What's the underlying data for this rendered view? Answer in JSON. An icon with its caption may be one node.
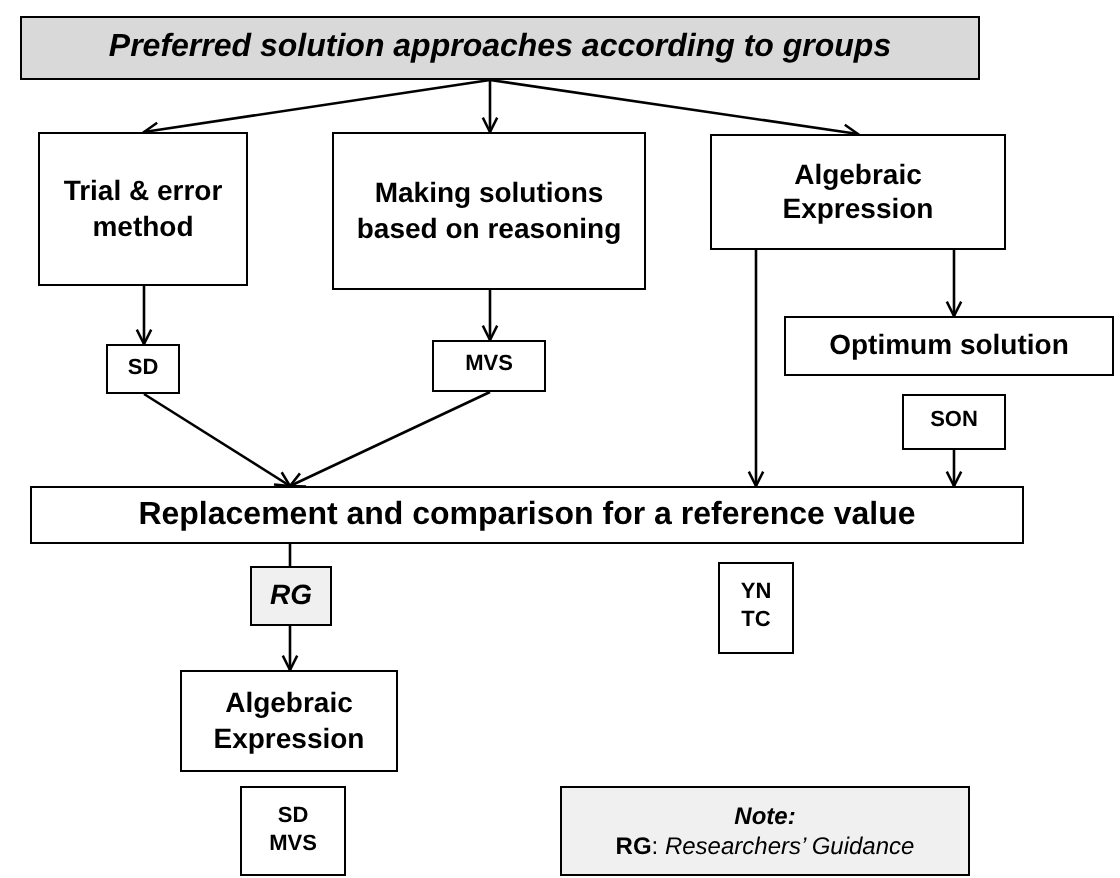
{
  "diagram": {
    "nodes": [
      {
        "text": [
          "Preferred solution approaches according to groups"
        ]
      },
      {
        "text": [
          "Trial & error method"
        ]
      },
      {
        "text": [
          "Making solutions based on reasoning"
        ]
      },
      {
        "text": [
          "Algebraic Expression"
        ]
      },
      {
        "text": [
          "SD"
        ]
      },
      {
        "text": [
          "MVS"
        ]
      },
      {
        "text": [
          "Optimum solution"
        ]
      },
      {
        "text": [
          "SON"
        ]
      },
      {
        "text": [
          "Replacement and comparison for a reference value"
        ]
      },
      {
        "text": [
          "RG"
        ]
      },
      {
        "text": [
          "Algebraic Expression"
        ]
      },
      {
        "text": [
          "SD",
          "MVS"
        ]
      },
      {
        "text": [
          "YN",
          "TC"
        ]
      },
      {
        "text": [
          "Note:",
          "**RG**: *Researchers’ Guidance*"
        ]
      }
    ],
    "edges": [
      {
        "from": 0,
        "to": 1,
        "arrow": "to"
      },
      {
        "from": 0,
        "to": 2,
        "arrow": "to"
      },
      {
        "from": 0,
        "to": 3,
        "arrow": "to"
      },
      {
        "from": 1,
        "to": 4,
        "arrow": "to"
      },
      {
        "from": 2,
        "to": 5,
        "arrow": "to"
      },
      {
        "from": 3,
        "to": 6,
        "arrow": "to"
      },
      {
        "from": 4,
        "to": 8,
        "arrow": "to"
      },
      {
        "from": 5,
        "to": 8,
        "arrow": "to"
      },
      {
        "from": 3,
        "to": 8,
        "arrow": "to"
      },
      {
        "from": 7,
        "to": 8,
        "arrow": "to"
      },
      {
        "from": 8,
        "to": 9,
        "arrow": "none"
      },
      {
        "from": 9,
        "to": 10,
        "arrow": "to"
      }
    ]
  }
}
